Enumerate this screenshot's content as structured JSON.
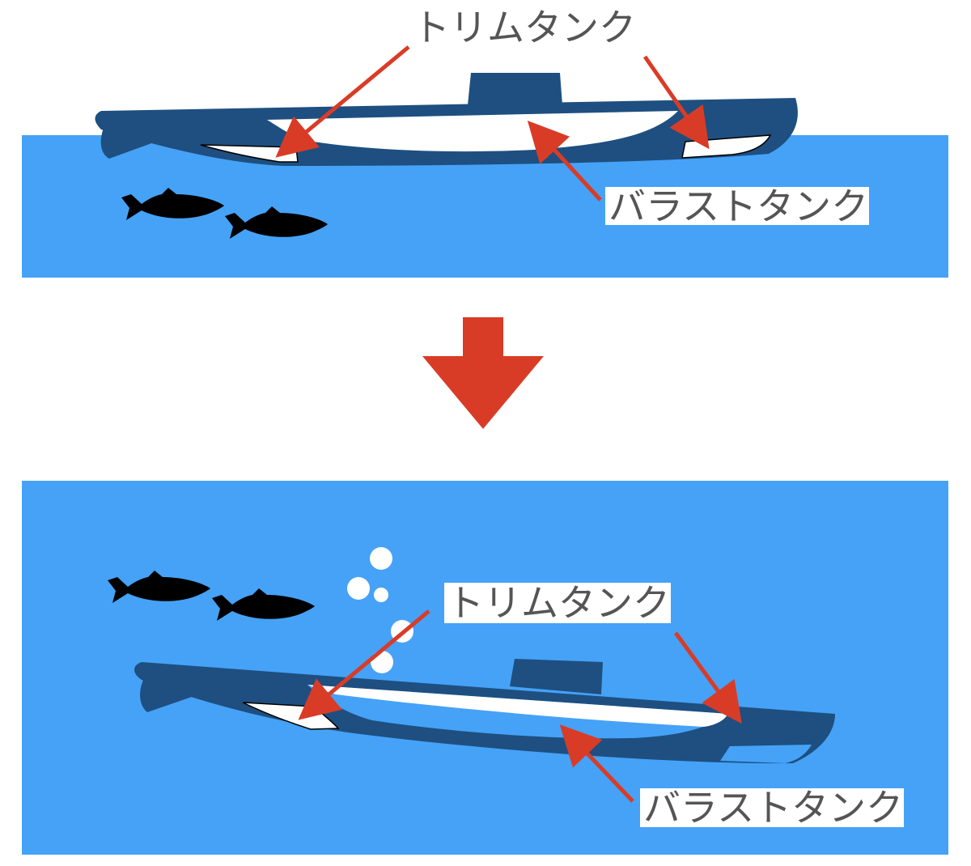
{
  "labels": {
    "trim_tank": "トリムタンク",
    "ballast_tank": "バラストタンク"
  },
  "colors": {
    "sea": "#45a2f7",
    "hull": "#1e4f80",
    "arrow": "#d93c26",
    "tank_fill": "#ffffff",
    "label_text": "#555555",
    "fish": "#000000",
    "bubble": "#ffffff"
  },
  "states": [
    {
      "name": "surfaced",
      "ballast_tank_level": "empty",
      "trim_tanks": "empty"
    },
    {
      "name": "submerged",
      "ballast_tank_level": "flooded",
      "trim_tanks": "partially flooded"
    }
  ]
}
